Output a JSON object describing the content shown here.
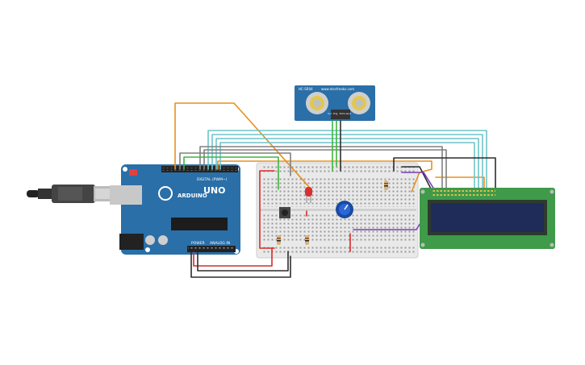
{
  "arduino": {
    "brand": "ARDUINO",
    "model": "UNO",
    "digital_label": "DIGITAL (PWM~)",
    "analog_label": "ANALOG IN",
    "power_label": "POWER"
  },
  "sensor": {
    "model": "HC-SR04",
    "site": "www.elecfreaks.com",
    "pin_labels": [
      "Vcc",
      "Trig",
      "Echo",
      "Gnd"
    ]
  },
  "colors": {
    "board": "#2a6fa8",
    "breadboard": "#e9e9e9",
    "lcd_pcb": "#3f9a4a",
    "lcd_screen": "#1f2c5a",
    "wire_orange": "#e8901d",
    "wire_teal": "#6ec4c8",
    "wire_black": "#2d2d2d",
    "wire_gray": "#808080",
    "wire_red": "#d62b2b",
    "wire_green": "#3db53d",
    "wire_purple": "#7a3fb8"
  }
}
